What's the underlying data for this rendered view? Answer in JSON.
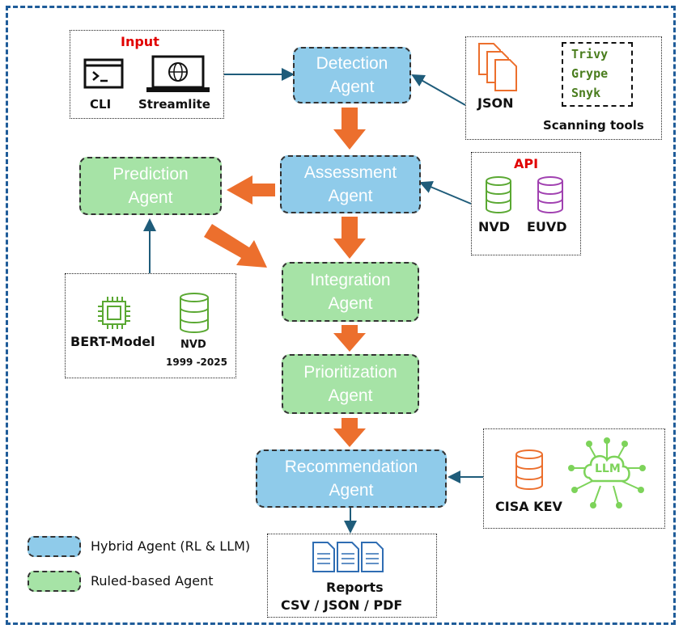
{
  "input_box": {
    "title": "Input",
    "cli_label": "CLI",
    "streamlite_label": "Streamlite"
  },
  "scan_box": {
    "json_label": "JSON",
    "tools": [
      "Trivy",
      "Grype",
      "Snyk"
    ],
    "caption": "Scanning tools"
  },
  "api_box": {
    "title": "API",
    "db1_label": "NVD",
    "db2_label": "EUVD"
  },
  "bert_box": {
    "model_label": "BERT-Model",
    "db_label": "NVD",
    "years": "1999 -2025"
  },
  "kev_box": {
    "db_label": "CISA KEV",
    "llm_label": "LLM"
  },
  "reports_box": {
    "title": "Reports",
    "formats": "CSV / JSON / PDF"
  },
  "agents": {
    "detection": [
      "Detection",
      "Agent"
    ],
    "assessment": [
      "Assessment",
      "Agent"
    ],
    "prediction": [
      "Prediction",
      "Agent"
    ],
    "integration": [
      "Integration",
      "Agent"
    ],
    "prioritization": [
      "Prioritization",
      "Agent"
    ],
    "recommendation": [
      "Recommendation",
      "Agent"
    ]
  },
  "legend": {
    "hybrid": "Hybrid Agent (RL & LLM)",
    "rule": "Ruled-based Agent"
  },
  "colors": {
    "hybrid": "#8fcbea",
    "rule": "#a6e3a6",
    "arrow_orange": "#ec6f2d",
    "arrow_blue": "#1f5c7a",
    "frame": "#1f5c99"
  }
}
